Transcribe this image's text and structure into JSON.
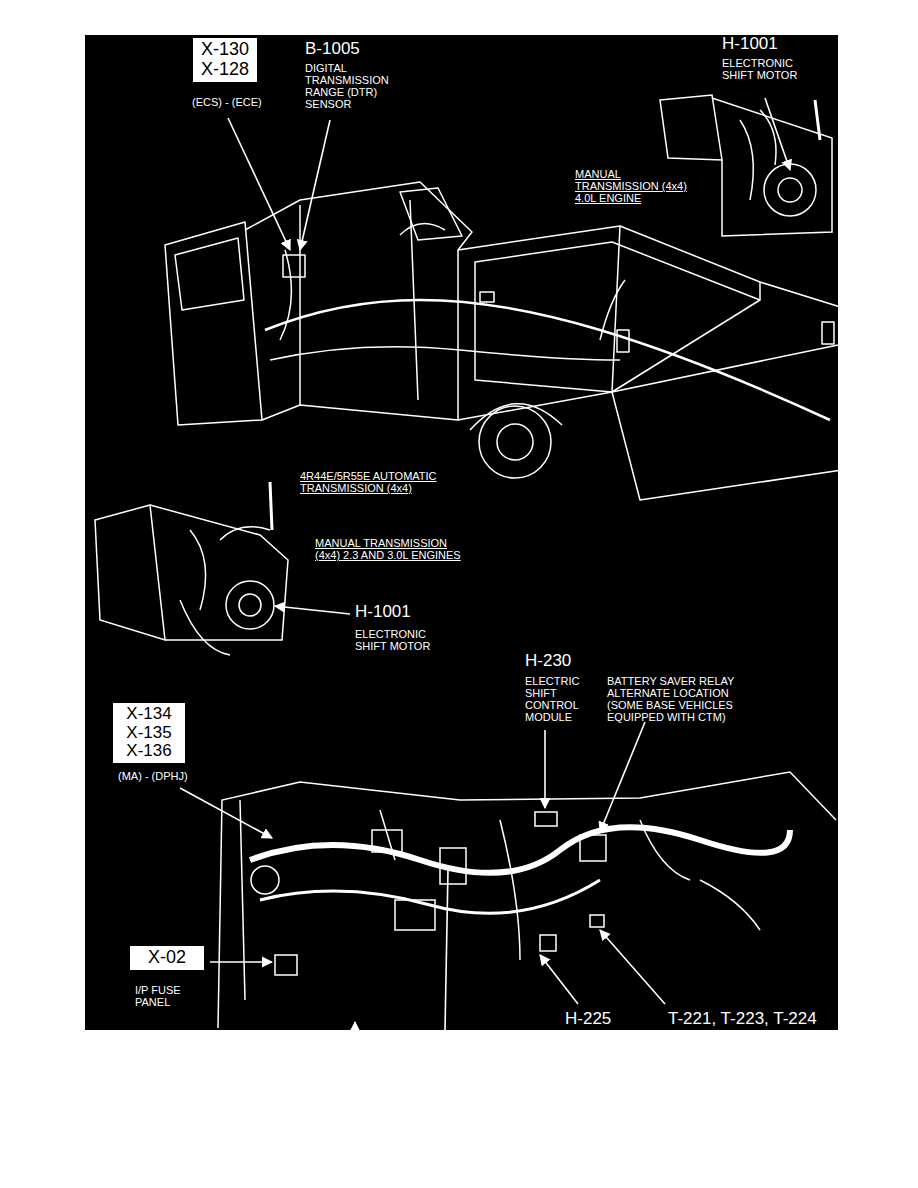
{
  "diagram": {
    "nodes": [
      {
        "text": [
          "X-130 X-128"
        ]
      },
      {
        "text": [
          "X-134 X-135 X-136"
        ]
      },
      {
        "text": [
          "X-02"
        ]
      }
    ],
    "labels": [
      "(ECS) - (ECE)",
      "B-1005",
      "DIGITAL TRANSMISSION RANGE (DTR) SENSOR",
      "H-1001",
      "ELECTRONIC SHIFT MOTOR",
      "MANUAL TRANSMISSION (4x4) 4.0L ENGINE",
      "4R44E/5R55E AUTOMATIC TRANSMISSION (4x4)",
      "MANUAL TRANSMISSION (4x4) 2.3 AND 3.0L ENGINES",
      "H-1001",
      "ELECTRONIC SHIFT MOTOR",
      "H-230",
      "ELECTRIC SHIFT CONTROL MODULE",
      "BATTERY SAVER RELAY ALTERNATE LOCATION (SOME BASE VEHICLES EQUIPPED WITH CTM)",
      "(MA) - (DPHJ)",
      "I/P FUSE PANEL",
      "H-225",
      "T-221, T-223, T-224"
    ]
  }
}
